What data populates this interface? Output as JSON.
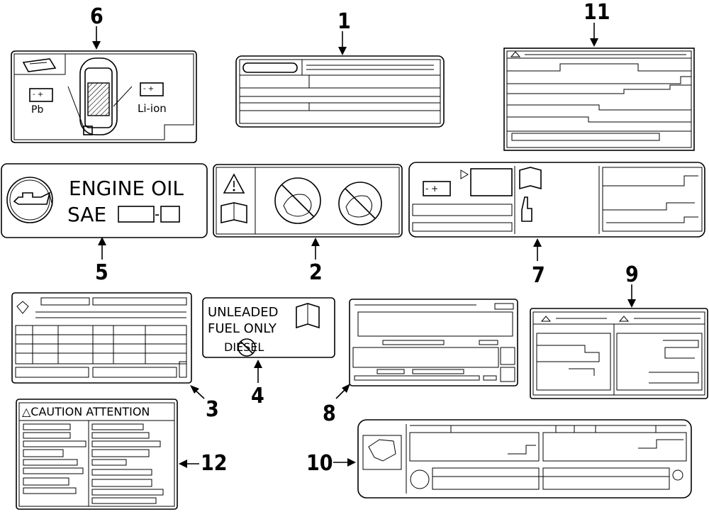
{
  "labels": {
    "callouts": [
      "1",
      "2",
      "3",
      "4",
      "5",
      "6",
      "7",
      "8",
      "9",
      "10",
      "11",
      "12"
    ],
    "engine_oil": {
      "line1": "ENGINE OIL",
      "line2": "SAE",
      "sep": "-"
    },
    "fuel": {
      "line1": "UNLEADED",
      "line2": "FUEL ONLY",
      "line3": "DIESEL"
    },
    "battery": {
      "pb": "Pb",
      "liion": "Li-ion"
    },
    "caution": {
      "title": "△CAUTION ATTENTION"
    }
  },
  "icons": [
    "car-top-icon",
    "battery-icon",
    "oil-can-icon",
    "warning-triangle-icon",
    "manual-book-icon",
    "no-child-seat-icon",
    "hand-pointer-icon",
    "fuel-book-icon"
  ]
}
